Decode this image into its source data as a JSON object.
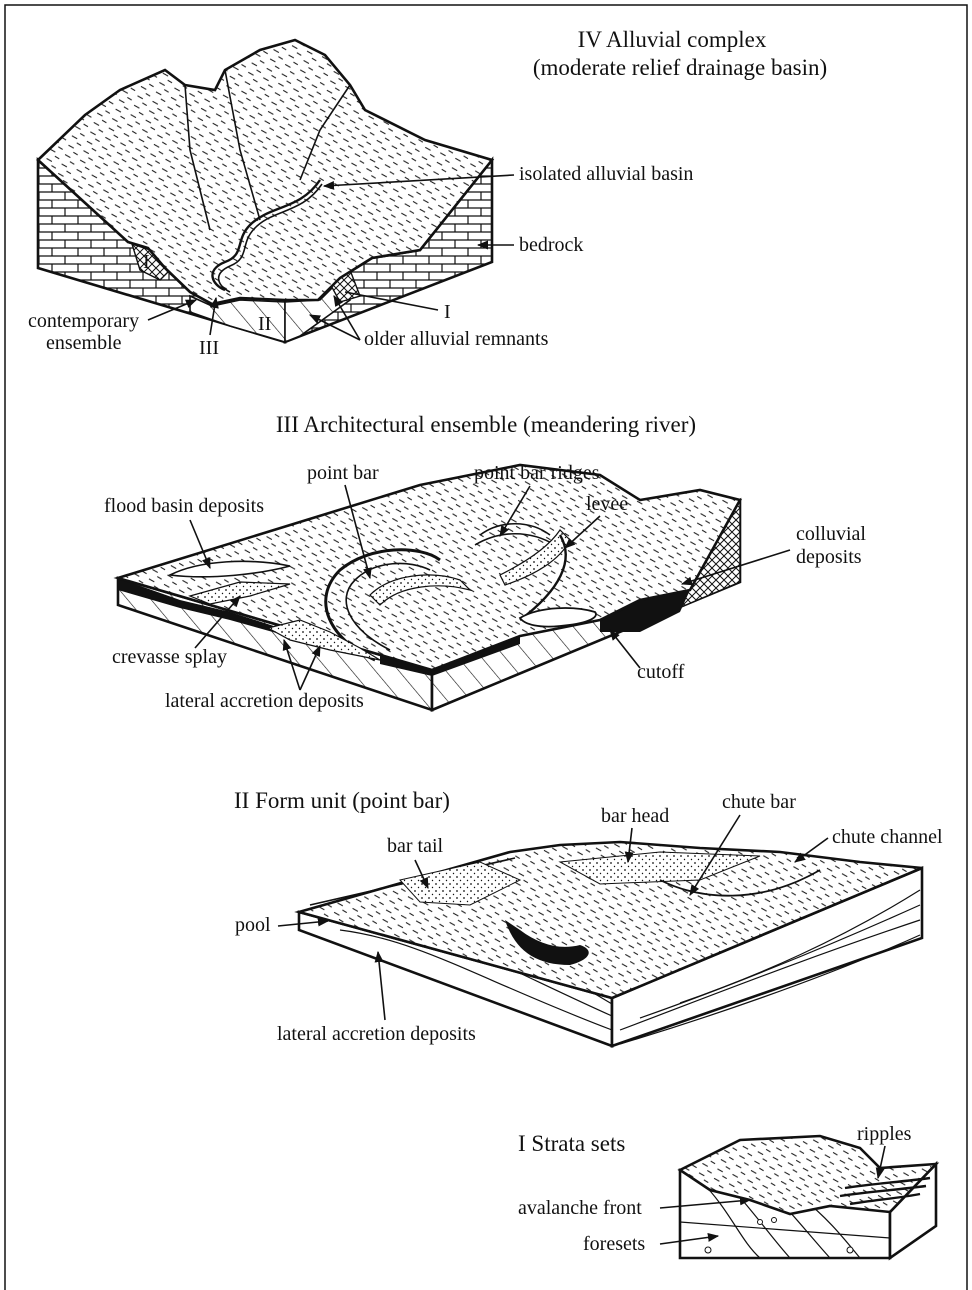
{
  "panel4": {
    "title": "IV Alluvial complex",
    "subtitle": "(moderate relief drainage basin)",
    "labels": {
      "isolated_basin": "isolated alluvial basin",
      "bedrock": "bedrock",
      "roman_I_right": "I",
      "roman_I_left": "I",
      "roman_II": "II",
      "roman_III": "III",
      "contemporary_1": "contemporary",
      "contemporary_2": "ensemble",
      "older_remnants": "older alluvial remnants"
    }
  },
  "panel3": {
    "title": "III Architectural ensemble (meandering river)",
    "labels": {
      "point_bar": "point bar",
      "point_bar_ridges": "point bar ridges",
      "flood_basin": "flood basin deposits",
      "levee": "levee",
      "colluvial_1": "colluvial",
      "colluvial_2": "deposits",
      "crevasse_splay": "crevasse splay",
      "cutoff": "cutoff",
      "lateral_accretion": "lateral accretion deposits"
    }
  },
  "panel2": {
    "title": "II Form unit (point bar)",
    "labels": {
      "bar_head": "bar head",
      "chute_bar": "chute bar",
      "chute_channel": "chute channel",
      "bar_tail": "bar tail",
      "pool": "pool",
      "lateral_accretion": "lateral accretion deposits"
    }
  },
  "panel1": {
    "title": "I Strata sets",
    "labels": {
      "ripples": "ripples",
      "avalanche_front": "avalanche front",
      "foresets": "foresets"
    }
  }
}
